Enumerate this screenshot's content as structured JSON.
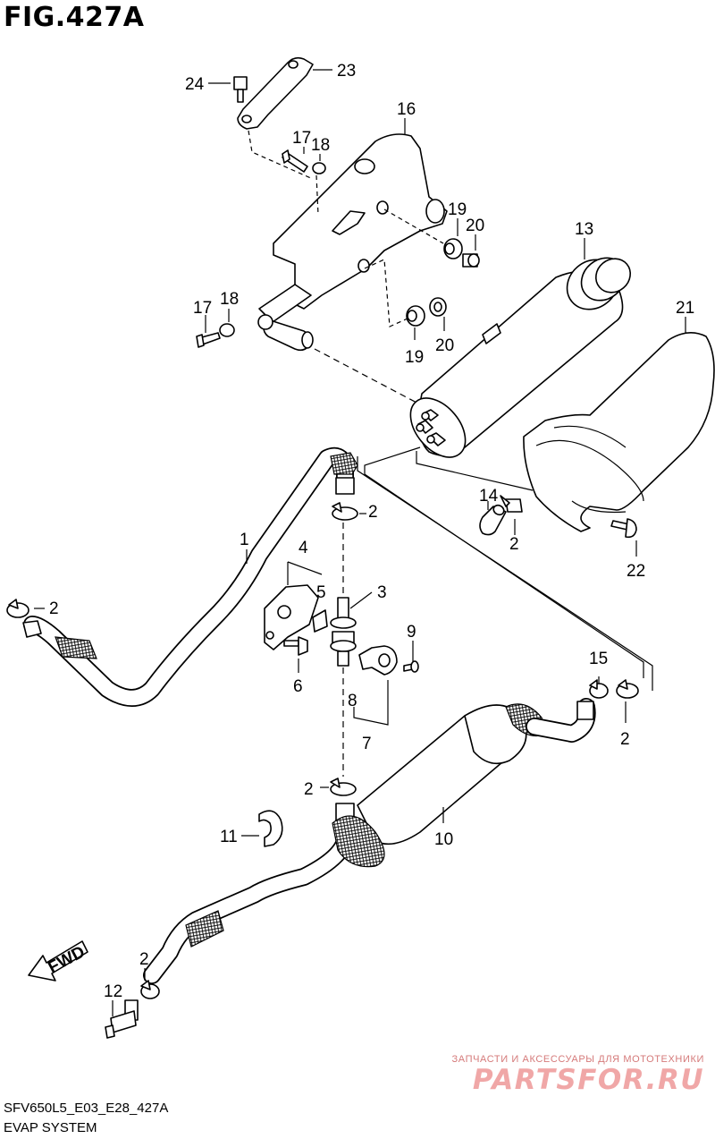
{
  "figure": {
    "title": "FIG.427A"
  },
  "footer": {
    "code": "SFV650L5_E03_E28_427A",
    "system": "EVAP SYSTEM"
  },
  "watermark": {
    "caption": "ЗАПЧАСТИ И АКСЕССУАРЫ ДЛЯ МОТОТЕХНИКИ",
    "logo": "PARTSFOR.RU"
  },
  "direction_label": "FWD",
  "callouts": {
    "c1": "1",
    "c2a": "2",
    "c2b": "2",
    "c2c": "2",
    "c2d": "2",
    "c2e": "2",
    "c2f": "2",
    "c3": "3",
    "c4": "4",
    "c5": "5",
    "c6": "6",
    "c7": "7",
    "c8": "8",
    "c9": "9",
    "c10": "10",
    "c11": "11",
    "c12": "12",
    "c13": "13",
    "c14": "14",
    "c15": "15",
    "c16": "16",
    "c17a": "17",
    "c17b": "17",
    "c18a": "18",
    "c18b": "18",
    "c19a": "19",
    "c19b": "19",
    "c20a": "20",
    "c20b": "20",
    "c21": "21",
    "c22": "22",
    "c23": "23",
    "c24": "24"
  },
  "colors": {
    "line": "#000000",
    "background": "#ffffff",
    "watermark": "#f0a7a7"
  }
}
